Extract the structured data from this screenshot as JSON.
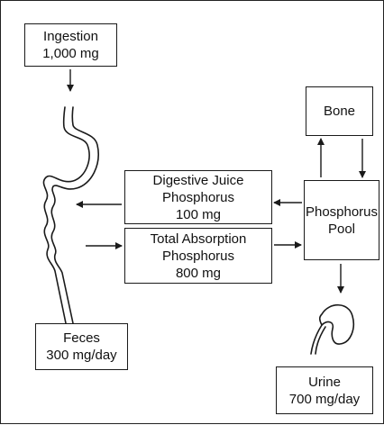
{
  "nodes": {
    "ingestion": {
      "lines": [
        "Ingestion",
        "1,000 mg"
      ]
    },
    "bone": {
      "lines": [
        "Bone"
      ]
    },
    "digestive_juice": {
      "lines": [
        "Digestive Juice",
        "Phosphorus",
        "100 mg"
      ]
    },
    "phosphorus_pool": {
      "lines": [
        "Phosphorus",
        "Pool"
      ]
    },
    "total_absorption": {
      "lines": [
        "Total Absorption",
        "Phosphorus",
        "800 mg"
      ]
    },
    "feces": {
      "lines": [
        "Feces",
        "300 mg/day"
      ]
    },
    "urine": {
      "lines": [
        "Urine",
        "700 mg/day"
      ]
    }
  },
  "icons": [
    "digestive-tract-icon",
    "kidney-icon"
  ]
}
